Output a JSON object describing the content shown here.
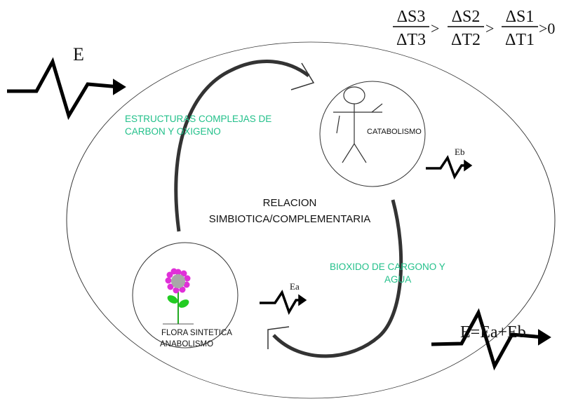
{
  "formula": {
    "f1_num": "ΔS3",
    "f1_den": "ΔT3",
    "op1": ">",
    "f2_num": "ΔS2",
    "f2_den": "ΔT2",
    "op2": ">",
    "f3_num": "ΔS1",
    "f3_den": "ΔT1",
    "tail": ">0"
  },
  "energy_in_label": "E",
  "energy_out_label": "E=Ea+Eb",
  "label_eb": "Eb",
  "label_ea": "Ea",
  "complex_structures": {
    "line1": "ESTRUCTURAS COMPLEJAS DE",
    "line2": "CARBON  Y OXIGENO"
  },
  "catabolism_label": "CATABOLISMO",
  "relation": {
    "line1": "RELACION",
    "line2": "SIMBIOTICA/COMPLEMENTARIA"
  },
  "dioxide": {
    "line1": "BIOXIDO DE CARGONO Y",
    "line2": "AGUA"
  },
  "flora": {
    "line1": "FLORA SINTETICA",
    "line2": "ANABOLISMO"
  },
  "colors": {
    "green_text": "#22c08a",
    "flower_petals": "#e030d8",
    "flower_center": "#a8a8a8",
    "leaves": "#22cc22"
  }
}
